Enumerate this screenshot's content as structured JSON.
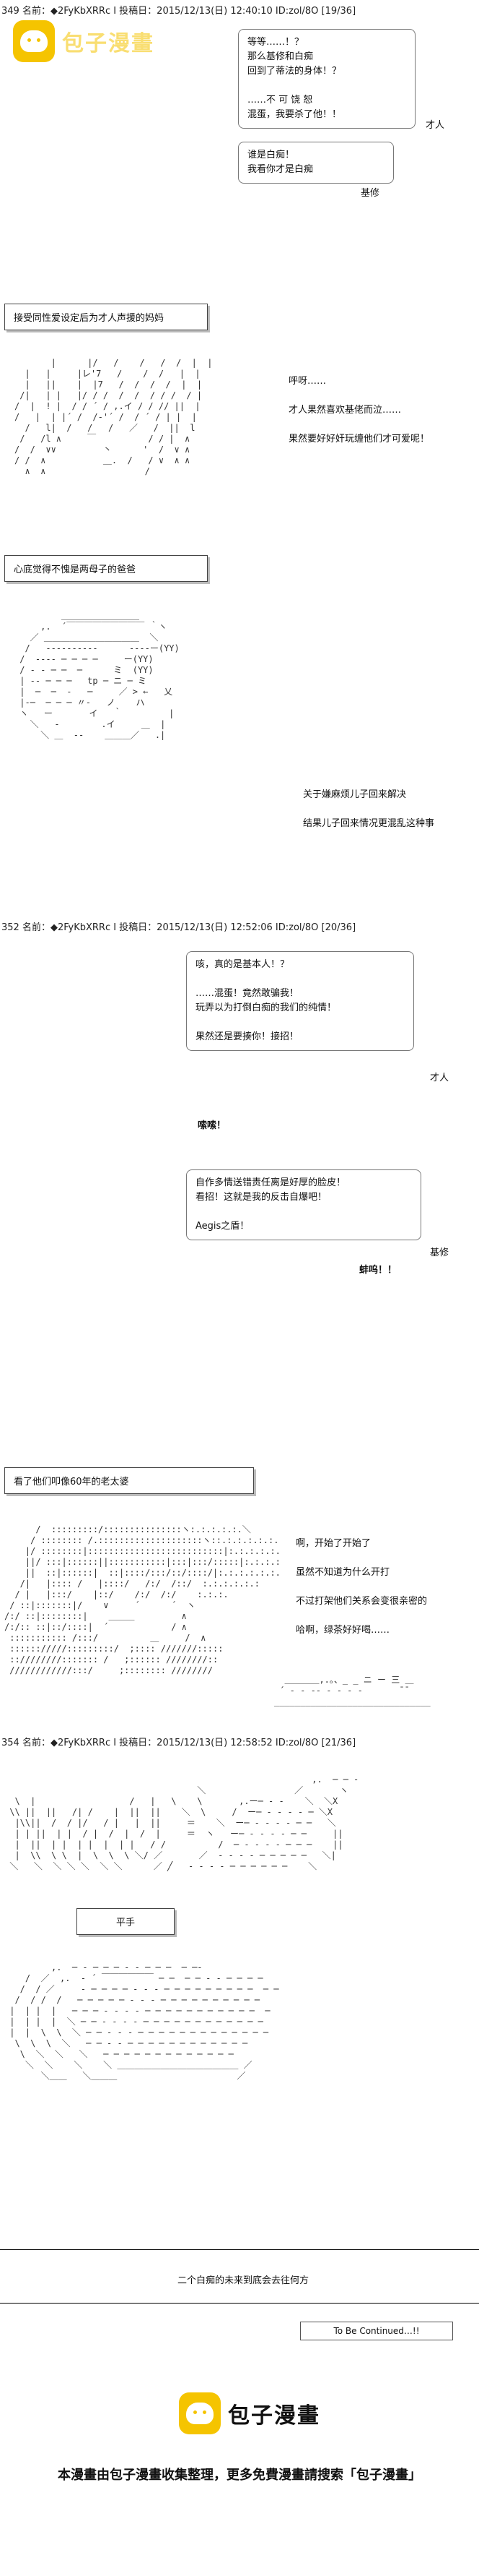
{
  "brand": {
    "name": "包子漫畫",
    "watermark": "包子漫畫",
    "accent": "#f5c400"
  },
  "posts": [
    {
      "header": "349 名前：◆2FyKbXRRc Ⅰ 投稿日：2015/12/13(日) 12:40:10 ID:zol/8O [19/36]"
    },
    {
      "header": "352 名前：◆2FyKbXRRc Ⅰ 投稿日：2015/12/13(日) 12:52:06 ID:zol/8O [20/36]"
    },
    {
      "header": "354 名前：◆2FyKbXRRc Ⅰ 投稿日：2015/12/13(日) 12:58:52 ID:zol/8O [21/36]"
    }
  ],
  "panel1": {
    "bubble1": "等等……！？\n那么基修和白痴\n回到了蒂法的身体！？\n\n……不 可 饶 恕\n混蛋，我要杀了他！！",
    "speaker1": "才人",
    "bubble2": "谁是白痴！\n我看你才是白痴",
    "speaker2": "基修",
    "box1": "接受同性爱设定后为才人声援的妈妈",
    "caption1": "呼呀……\n\n才人果然喜欢基佬而泣……\n\n果然要好好奸玩缠他们才可爱呢！",
    "box2": "心底觉得不愧是两母子的爸爸",
    "caption2": "关于嫌麻烦儿子回来解决\n\n结果儿子回来情况更混乱这种事"
  },
  "panel2": {
    "bubble1": "咳，真的是基本人！？\n\n……混蛋！竟然敢骗我！\n玩弄以为打倒白痴的我们的纯情！\n\n果然还是要揍你！接招！",
    "speaker1": "才人",
    "bubble2": "自作多情送错责任离是好厚的脸皮！\n看招！这就是我的反击自爆吧！\n\nAegis之盾！",
    "speaker2": "基修",
    "sfx1": "嗦嗦！",
    "sfx2": "蚌呜！！",
    "box1": "看了他们叩像60年的老太婆",
    "caption1": "啊，开始了开始了\n\n虽然不知道为什么开打\n\n不过打架他们关系会变很亲密的\n\n哈啊，绿茶好好喝……"
  },
  "panel3": {
    "box1": "平手",
    "caption1": "二个白痴的未来到底会去往何方",
    "continued": "To Be Continued…!!"
  },
  "footer": {
    "logo": "包子漫畫",
    "text": "本漫畫由包子漫畫收集整理，更多免費漫畫請搜索「包子漫畫」"
  }
}
